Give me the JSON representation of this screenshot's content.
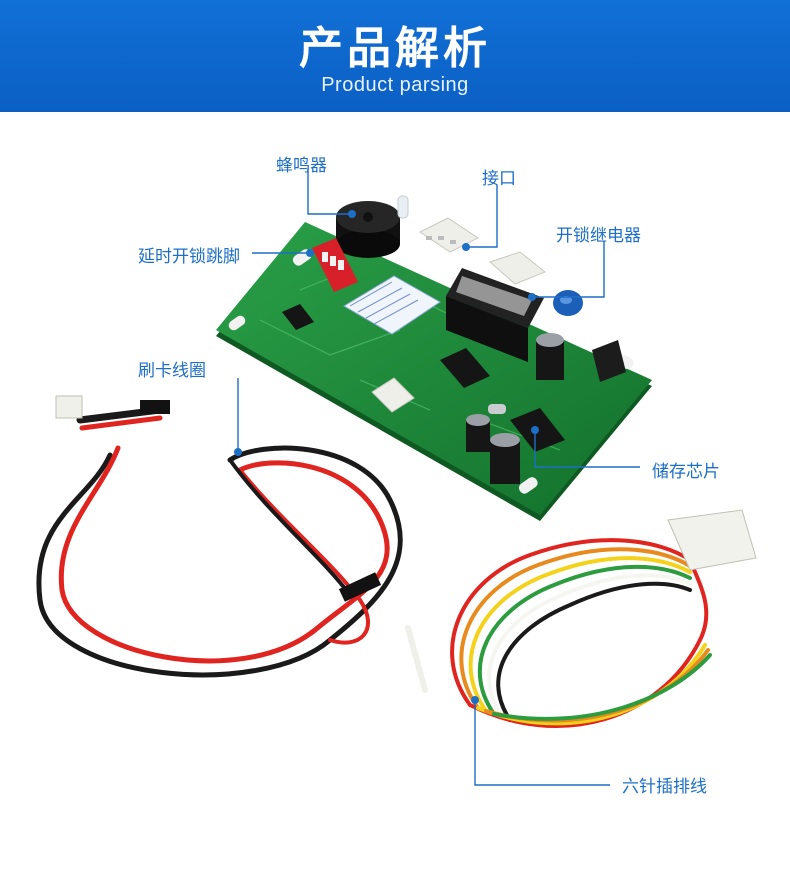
{
  "header": {
    "title": "产品解析",
    "subtitle": "Product parsing"
  },
  "callouts": {
    "buzzer": "蜂鸣器",
    "interface": "接口",
    "relay": "开锁继电器",
    "delay_jumper": "延时开锁跳脚",
    "card_coil": "刷卡线圈",
    "storage_chip": "储存芯片",
    "six_pin_cable": "六针插排线"
  },
  "colors": {
    "banner": "#0b63c9",
    "callout_text": "#1d6fc5",
    "callout_line": "#1d6fc5",
    "pcb": "#1f8b3a"
  }
}
